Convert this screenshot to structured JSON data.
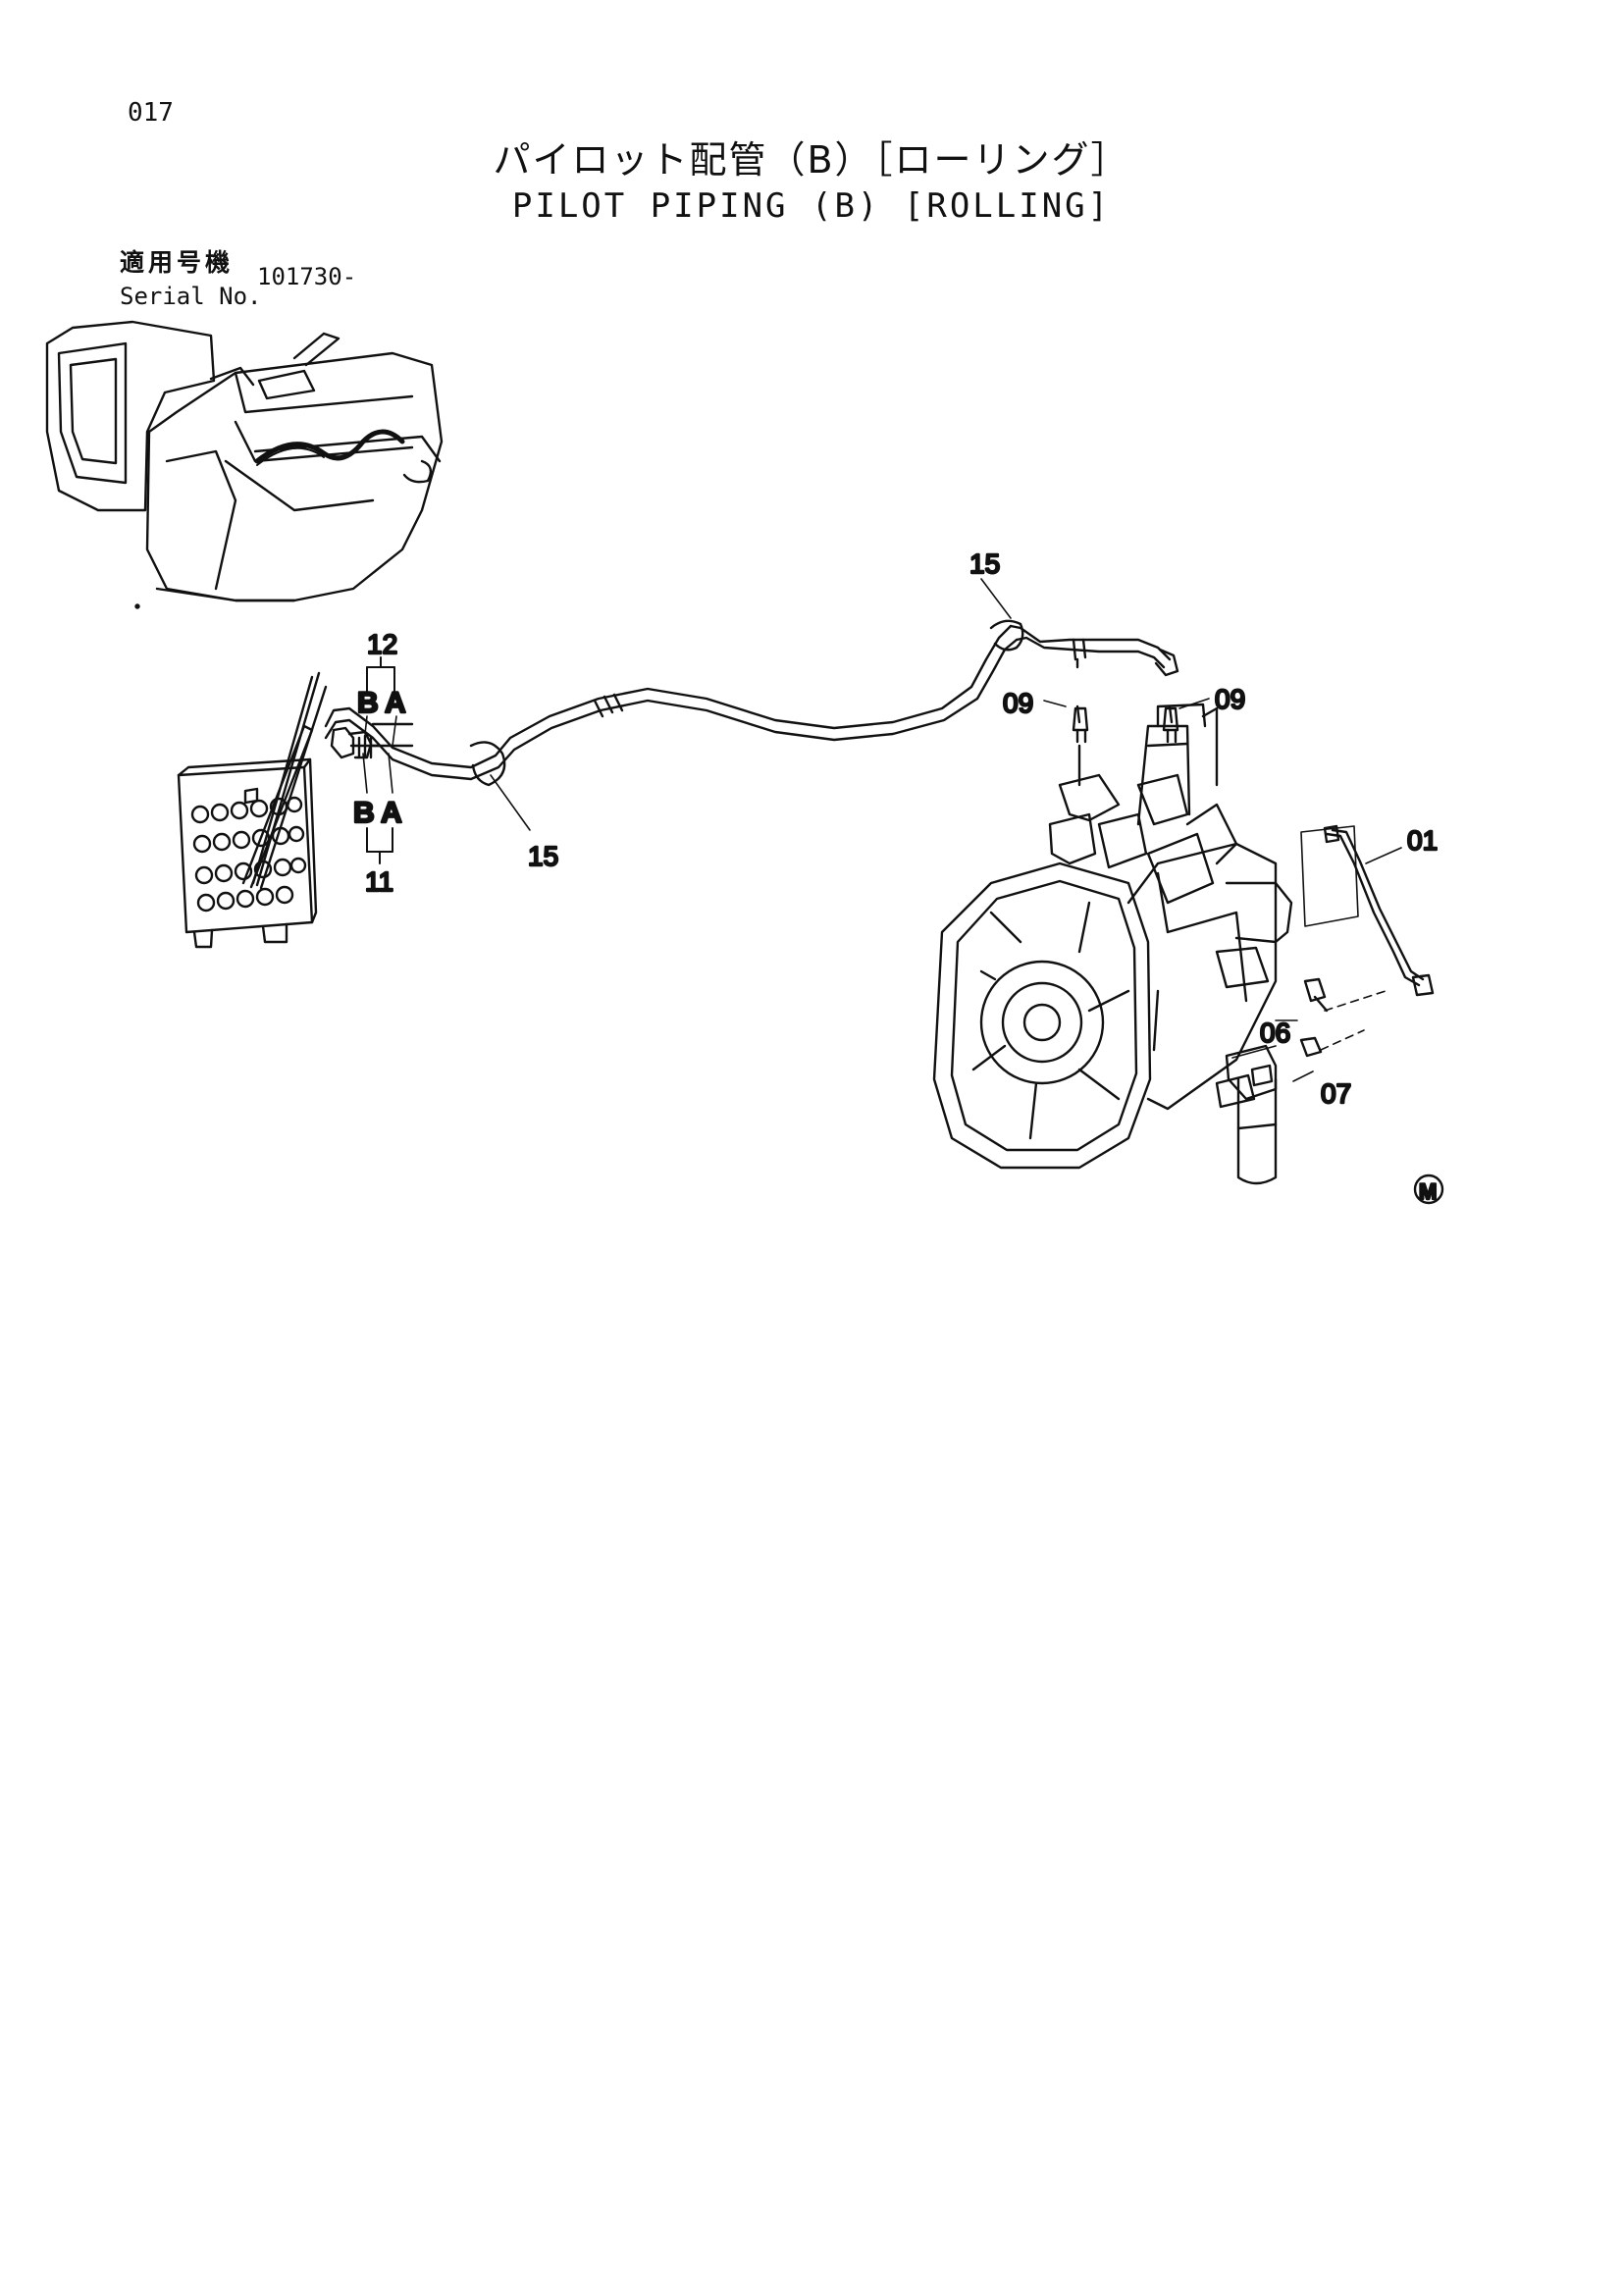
{
  "page": {
    "number": "017",
    "title_jp": "パイロット配管（B）［ローリング］",
    "title_en": "PILOT PIPING (B) [ROLLING]"
  },
  "serial": {
    "label_jp": "適用号機",
    "label_en": "Serial No.",
    "value": "101730-"
  },
  "callouts": {
    "c15_top": "15",
    "c15_bottom": "15",
    "c12": "12",
    "c11": "11",
    "c12_b": "B",
    "c12_a": "A",
    "c11_b": "B",
    "c11_a": "A",
    "c09_left": "09",
    "c09_right": "09",
    "c01": "01",
    "c06": "06",
    "c07": "07",
    "marker": "M"
  }
}
